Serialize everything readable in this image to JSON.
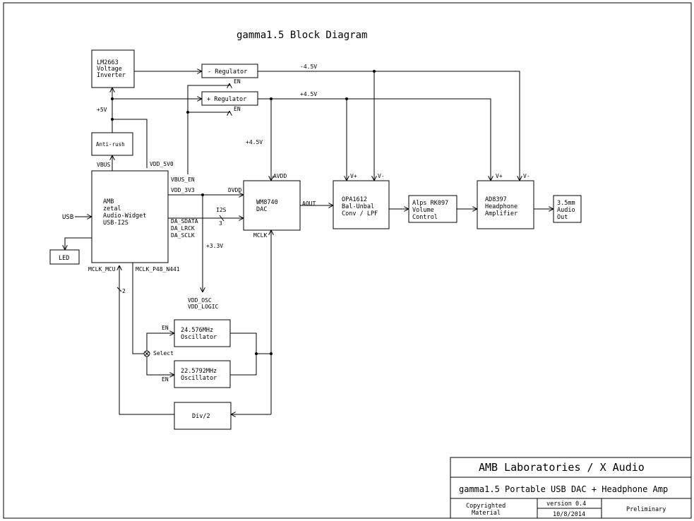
{
  "title": "gamma1.5 Block Diagram",
  "blocks": {
    "lm2663": [
      "LM2663",
      "Voltage",
      "Inverter"
    ],
    "neg_regulator": "- Regulator",
    "pos_regulator": "+ Regulator",
    "anti_rush": "Anti-rush",
    "amb_usb": [
      "AMB",
      "zetal",
      "Audio-Widget",
      "USB-I2S"
    ],
    "led": "LED",
    "wm8740": [
      "WM8740",
      "DAC"
    ],
    "opa1612": [
      "OPA1612",
      "Bal-Unbal",
      "Conv / LPF"
    ],
    "alps": [
      "Alps RK097",
      "Volume",
      "Control"
    ],
    "ad8397": [
      "AD8397",
      "Headphone",
      "Amplifier"
    ],
    "audio_out": [
      "3.5mm",
      "Audio",
      "Out"
    ],
    "osc1": [
      "24.576MHz",
      "Oscillator"
    ],
    "osc2": [
      "22.5792MHz",
      "Oscillator"
    ],
    "div2": "Div/2"
  },
  "labels": {
    "neg45": "-4.5V",
    "pos45": "+4.5V",
    "pos45_dac": "+4.5V",
    "plus5v": "+5V",
    "en_neg": "EN",
    "en_pos": "EN",
    "vbus": "VBUS",
    "vdd_5v0": "VDD_5V0",
    "vbus_en": "VBUS_EN",
    "vdd_3v3": "VDD_3V3",
    "dvdd": "DVDD",
    "i2s": "I2S",
    "i2s_count": "3",
    "da_sdata": "DA_SDATA",
    "da_lrck": "DA_LRCK",
    "da_sclk": "DA_SCLK",
    "usb": "USB",
    "avdd": "AVDD",
    "aout": "AOUT",
    "mclk": "MCLK",
    "plus33v": "+3.3V",
    "vdd_osc": "VDD_OSC",
    "vdd_logic": "VDD_LOGIC",
    "mclk_mcu": "MCLK_MCU",
    "mclk_p48": "MCLK_P48_N441",
    "div_count": "2",
    "select": "Select",
    "en_osc1": "EN",
    "en_osc2": "EN",
    "opa_vplus": "V+",
    "opa_vminus": "V-",
    "amp_vplus": "V+",
    "amp_vminus": "V-"
  },
  "title_block": {
    "company": "AMB Laboratories / X Audio",
    "product": "gamma1.5 Portable USB DAC + Headphone Amp",
    "copyright": [
      "Copyrighted",
      "Material"
    ],
    "version": "version 0.4",
    "date": "10/8/2014",
    "status": "Preliminary"
  }
}
